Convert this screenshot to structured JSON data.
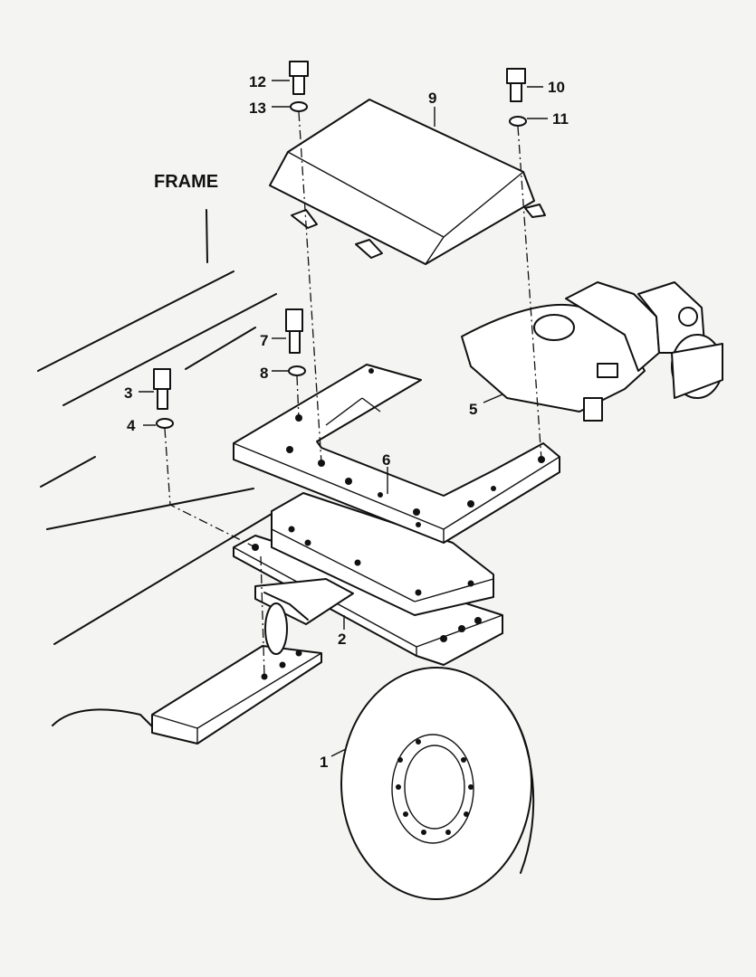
{
  "frame_label": "FRAME",
  "callouts": {
    "c1": "1",
    "c2": "2",
    "c3": "3",
    "c4": "4",
    "c5": "5",
    "c6": "6",
    "c7": "7",
    "c8": "8",
    "c9": "9",
    "c10": "10",
    "c11": "11",
    "c12": "12",
    "c13": "13"
  }
}
